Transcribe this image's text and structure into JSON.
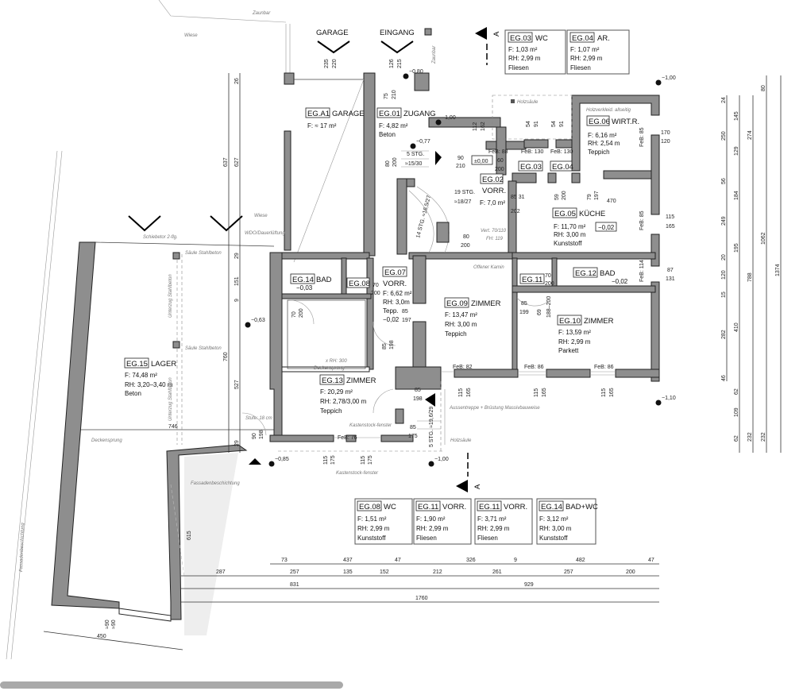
{
  "labels": {
    "garage": "GARAGE",
    "eingang": "EINGANG",
    "section_a": "A"
  },
  "rooms": {
    "a1": {
      "id": "EG.A1",
      "name": "GARAGE",
      "area": "F: ≈ 17 m²"
    },
    "r01": {
      "id": "EG.01",
      "name": "ZUGANG",
      "area": "F: 4,82 m²",
      "floor": "Beton"
    },
    "r02": {
      "id": "EG.02",
      "name": "VORR.",
      "area": "F: 7,0 m²"
    },
    "r03": {
      "id": "EG.03"
    },
    "r04": {
      "id": "EG.04"
    },
    "r05": {
      "id": "EG.05",
      "name": "KÜCHE",
      "area": "F: 11,70 m²",
      "height": "RH: 3,00 m",
      "floor": "Kunststoff",
      "level": "−0,02"
    },
    "r06": {
      "id": "EG.06",
      "name": "WIRT.R.",
      "area": "F: 6,16 m²",
      "height": "RH: 2,54 m",
      "floor": "Teppich"
    },
    "r07": {
      "id": "EG.07",
      "name": "VORR.",
      "area": "F: 6,62 m²",
      "height": "RH: 3,0m",
      "floor": "Tepp.",
      "level": "−0,02"
    },
    "r08": {
      "id": "EG.08"
    },
    "r09": {
      "id": "EG.09",
      "name": "ZIMMER",
      "area": "F: 13,47 m²",
      "height": "RH: 3,00 m",
      "floor": "Teppich"
    },
    "r10": {
      "id": "EG.10",
      "name": "ZIMMER",
      "area": "F: 13,59 m²",
      "height": "RH: 2,99 m",
      "floor": "Parkett"
    },
    "r11": {
      "id": "EG.11"
    },
    "r12": {
      "id": "EG.12",
      "name": "BAD",
      "level": "−0,02"
    },
    "r13": {
      "id": "EG.13",
      "name": "ZIMMER",
      "area": "F: 20,29 m²",
      "height": "RH: 2,78/3,00 m",
      "floor": "Teppich"
    },
    "r14": {
      "id": "EG.14",
      "name": "BAD",
      "level": "−0,03"
    },
    "r15": {
      "id": "EG.15",
      "name": "LAGER",
      "area": "F: 74,48 m²",
      "height": "RH: 3,20–3,40 m",
      "floor": "Beton"
    }
  },
  "info_tables": [
    {
      "id": "EG.03",
      "name": "WC",
      "area": "F: 1,03 m²",
      "height": "RH: 2,99 m",
      "floor": "Fliesen"
    },
    {
      "id": "EG.04",
      "name": "AR.",
      "area": "F: 1,07 m²",
      "height": "RH: 2,99 m",
      "floor": "Fliesen"
    },
    {
      "id": "EG.08",
      "name": "WC",
      "area": "F: 1,51 m²",
      "height": "RH: 2,99 m",
      "floor": "Kunststoff"
    },
    {
      "id": "EG.11",
      "name": "VORR.",
      "area": "F: 1,90 m²",
      "height": "RH: 2,99 m",
      "floor": "Fliesen"
    },
    {
      "id": "EG.11",
      "name": "VORR.",
      "area": "F: 3,71 m²",
      "height": "RH: 2,99 m",
      "floor": "Fliesen"
    },
    {
      "id": "EG.14",
      "name": "BAD+WC",
      "area": "F: 3,12 m²",
      "height": "RH: 3,00 m",
      "floor": "Kunststoff"
    }
  ],
  "dims_bottom": {
    "row1": [
      "73",
      "437",
      "47",
      "326",
      "9",
      "482",
      "47"
    ],
    "row2": [
      "287",
      "257",
      "135",
      "152",
      "212",
      "261",
      "257",
      "200"
    ],
    "row3": [
      "831",
      "929"
    ],
    "row4": [
      "1760"
    ]
  },
  "dims_right": {
    "a": [
      "24",
      "250",
      "56",
      "249",
      "20",
      "120",
      "15",
      "282",
      "46"
    ],
    "b": [
      "145",
      "129",
      "184",
      "195",
      "410",
      "62",
      "109",
      "62"
    ],
    "c": [
      "274",
      "788",
      "232"
    ],
    "d": [
      "80",
      "1062",
      "232"
    ],
    "e": [
      "1374"
    ]
  },
  "dims_left": {
    "outer": [
      "637",
      "760"
    ],
    "inner": [
      "26",
      "627",
      "29",
      "151",
      "9",
      "527",
      "29"
    ]
  },
  "dims_lager": [
    "746",
    "450",
    "615",
    "≈90",
    "≈90"
  ],
  "levels": [
    "−0,80",
    "−1,00",
    "−0,77",
    "−1,00",
    "−1,10",
    "−0,63",
    "−0,85",
    "−1,00",
    "±0,00"
  ],
  "openings": {
    "feb88": "FeB: 88",
    "feb130a": "FeB: 130",
    "feb130b": "FeB: 130",
    "feb85a": "FeB: 85",
    "feb85b": "FeB: 85",
    "feb114": "FeB: 114",
    "feb82": "FeB: 82",
    "feb86a": "FeB: 86",
    "feb86b": "FeB: 86",
    "feb76": "FeB: 76",
    "d235": "235",
    "d220": "220",
    "d126": "126",
    "d215": "215",
    "d75": "75",
    "d210": "210",
    "d112": "112",
    "d162": "162",
    "d90": "90",
    "d210b": "210",
    "d60": "60",
    "d200": "200",
    "d80": "80",
    "d200b": "200",
    "d54a": "54",
    "d91a": "91",
    "d54b": "54",
    "d91b": "91",
    "d470": "470",
    "d85_31": "85 31",
    "d202": "202",
    "d59": "59",
    "d200c": "200",
    "d79": "79",
    "d197": "197",
    "d170": "170",
    "d120": "120",
    "d115a": "115",
    "d165a": "165",
    "d87": "87",
    "d131": "131",
    "d70a": "70",
    "d200d": "200",
    "d70b": "70",
    "d200e": "200",
    "d85a": "85",
    "d197b": "197",
    "d85b": "85",
    "d198a": "198",
    "d70c": "70",
    "d200f": "200",
    "d85c": "85",
    "d199": "199",
    "d69": "69",
    "d188": "188–200",
    "d115b": "115",
    "d165b": "165",
    "d85d": "85",
    "d198b": "198",
    "d85e": "85",
    "d175a": "175",
    "d115c": "115",
    "d175b": "175",
    "d115d": "115",
    "d175c": "175",
    "d90b": "90",
    "d198c": "198",
    "d80b": "80",
    "d200g": "200"
  },
  "stairs": {
    "s1a": "5 STG.",
    "s1b": "≈15/30",
    "s2a": "19 STG.",
    "s2b": "≈18/27",
    "s3": "14 STG. ≈16,5/27",
    "s4": "5 STG. ≈19,6/29"
  },
  "notes": {
    "wiese1": "Wiese",
    "wiese2": "Wiese",
    "schiebetor": "Schiebetor 2-flg.",
    "wdo": "WDO/Dauerlüftung",
    "saeule1": "Säule Stahlbeton",
    "saeule2": "Säule Stahlbeton",
    "unterzug1": "Unterzug Stahlbeton",
    "unterzug2": "Unterzug Stahlbeton",
    "deckensprung1": "Deckensprung",
    "deckensprung2": "Deckensprung",
    "rh300": "x RH: 300",
    "stufe": "Stufe: 18 cm",
    "holzsaeule1": "Holzsäule",
    "holzsaeule2": "Holzsäule",
    "holzverkl": "Holzverkleid. allseitig",
    "offener_kamin": "Offener Kamin",
    "kastenstock1": "Kastenstock-fenster",
    "kastenstock2": "Kastenstock-fenster",
    "aussentreppe": "Aussentreppe + Brüstung Massivbauweise",
    "fassade1": "Fassadenbeschichtung",
    "fassade2": "Fassadenbeschichtung",
    "vert": "Vert. 70/110",
    "fh": "FH: 119",
    "zaun": "Zaunbar",
    "zaun2": "Zaunbar"
  }
}
